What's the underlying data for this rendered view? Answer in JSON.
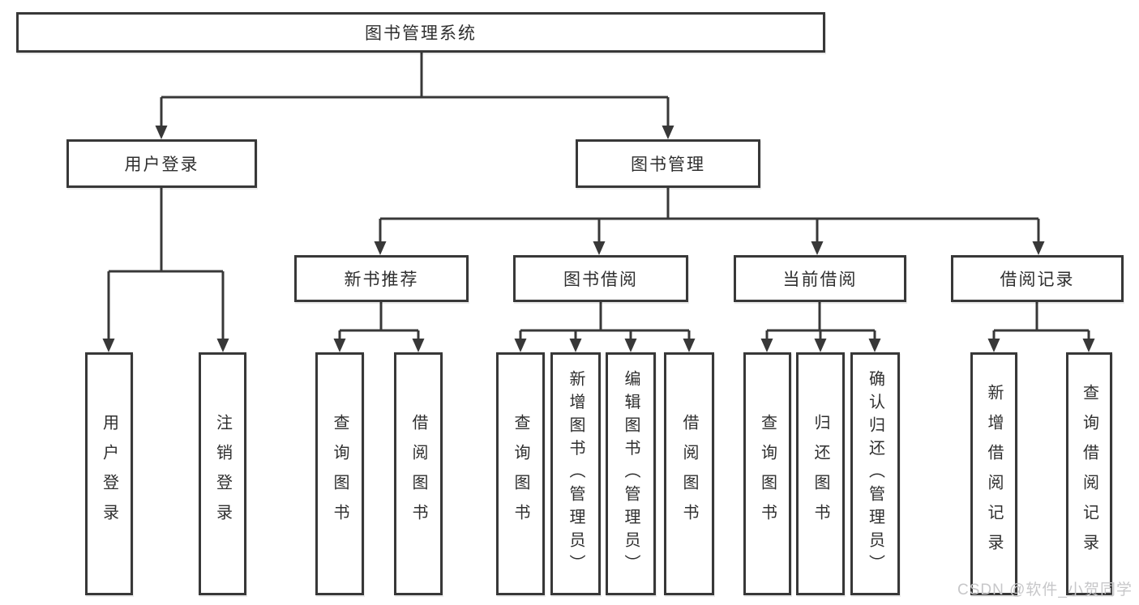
{
  "colors": {
    "bg": "#ffffff",
    "line": "#383838",
    "text": "#2f2f2f",
    "watermark": "#c7c7c9"
  },
  "watermark": {
    "text": "CSDN @软件_小贺同学"
  },
  "chart_type": "hierarchy-diagram",
  "tree": {
    "root": {
      "label": "图书管理系统",
      "children": [
        {
          "label": "用户登录",
          "children": [
            {
              "label": "用户登录"
            },
            {
              "label": "注销登录"
            }
          ]
        },
        {
          "label": "图书管理",
          "children": [
            {
              "label": "新书推荐",
              "children": [
                {
                  "label": "查询图书"
                },
                {
                  "label": "借阅图书"
                }
              ]
            },
            {
              "label": "图书借阅",
              "children": [
                {
                  "label": "查询图书"
                },
                {
                  "label": "新增图书（管理员）"
                },
                {
                  "label": "编辑图书（管理员）"
                },
                {
                  "label": "借阅图书"
                }
              ]
            },
            {
              "label": "当前借阅",
              "children": [
                {
                  "label": "查询图书"
                },
                {
                  "label": "归还图书"
                },
                {
                  "label": "确认归还（管理员）"
                }
              ]
            },
            {
              "label": "借阅记录",
              "children": [
                {
                  "label": "新增借阅记录"
                },
                {
                  "label": "查询借阅记录"
                }
              ]
            }
          ]
        }
      ]
    }
  }
}
